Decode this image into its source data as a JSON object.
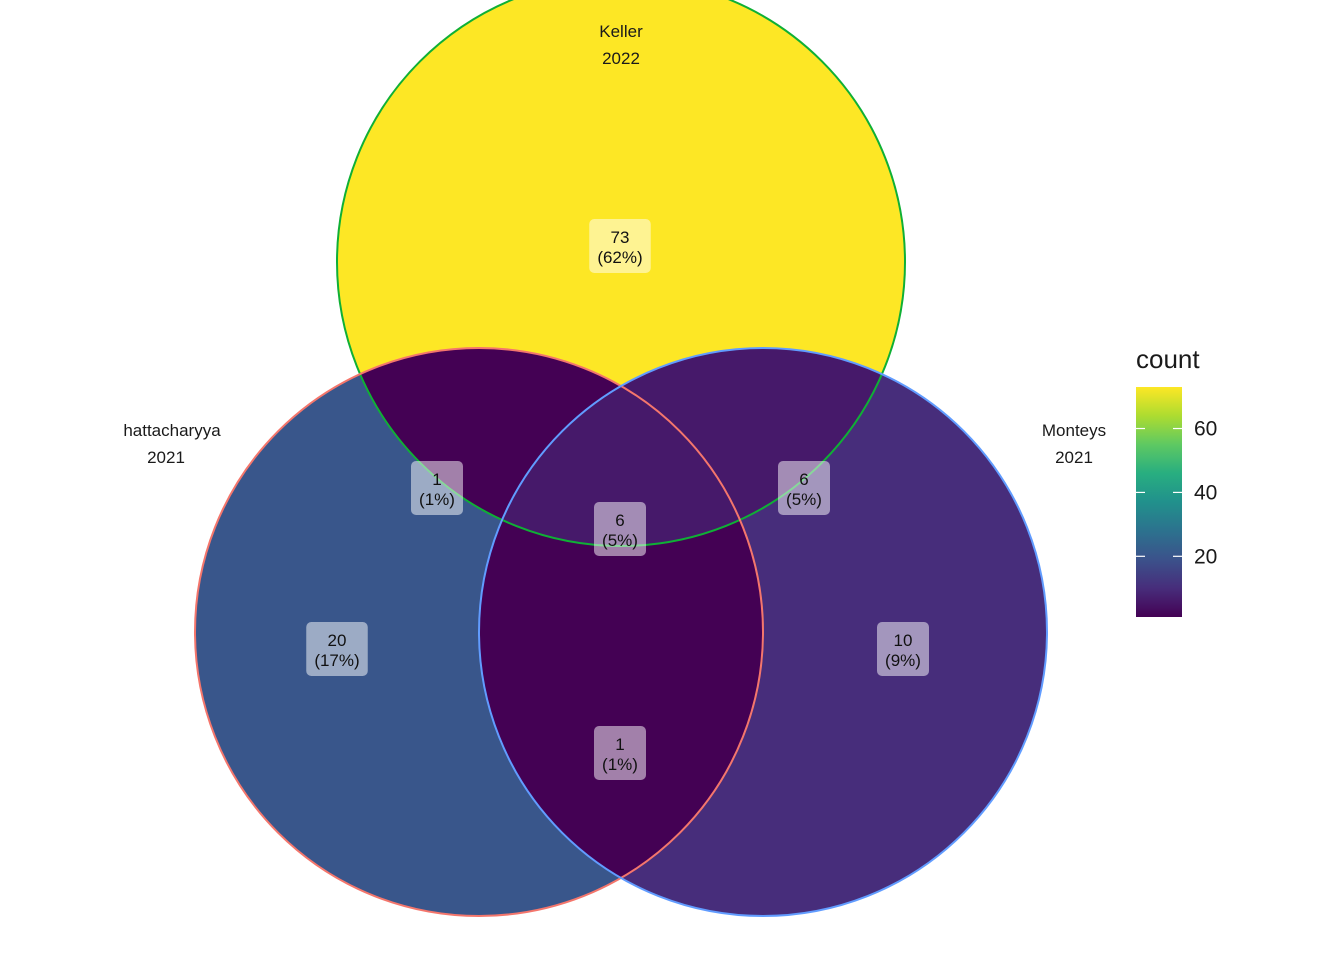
{
  "chart_data": {
    "type": "venn",
    "sets": [
      {
        "id": "keller",
        "name": "Keller",
        "year": "2022",
        "color": "#0FB035"
      },
      {
        "id": "bhattacharyya",
        "name": "hattacharyya",
        "year": "2021",
        "color": "#F4766C"
      },
      {
        "id": "monteys",
        "name": "Monteys",
        "year": "2021",
        "color": "#619CFF"
      }
    ],
    "regions": [
      {
        "id": "keller_only",
        "sets": [
          "keller"
        ],
        "count": "73",
        "percent": "(62%)",
        "value": 73
      },
      {
        "id": "bhattacharyya_only",
        "sets": [
          "bhattacharyya"
        ],
        "count": "20",
        "percent": "(17%)",
        "value": 20
      },
      {
        "id": "monteys_only",
        "sets": [
          "monteys"
        ],
        "count": "10",
        "percent": "(9%)",
        "value": 10
      },
      {
        "id": "keller_bhattacharyya",
        "sets": [
          "keller",
          "bhattacharyya"
        ],
        "count": "1",
        "percent": "(1%)",
        "value": 1
      },
      {
        "id": "keller_monteys",
        "sets": [
          "keller",
          "monteys"
        ],
        "count": "6",
        "percent": "(5%)",
        "value": 6
      },
      {
        "id": "bhattacharyya_monteys",
        "sets": [
          "bhattacharyya",
          "monteys"
        ],
        "count": "1",
        "percent": "(1%)",
        "value": 1
      },
      {
        "id": "all_three",
        "sets": [
          "keller",
          "bhattacharyya",
          "monteys"
        ],
        "count": "6",
        "percent": "(5%)",
        "value": 6
      }
    ],
    "legend": {
      "title": "count",
      "position": "right",
      "min": 1,
      "max": 73,
      "ticks": [
        "20",
        "40",
        "60"
      ],
      "tick_values": [
        20,
        40,
        60
      ],
      "palette": "viridis"
    }
  }
}
